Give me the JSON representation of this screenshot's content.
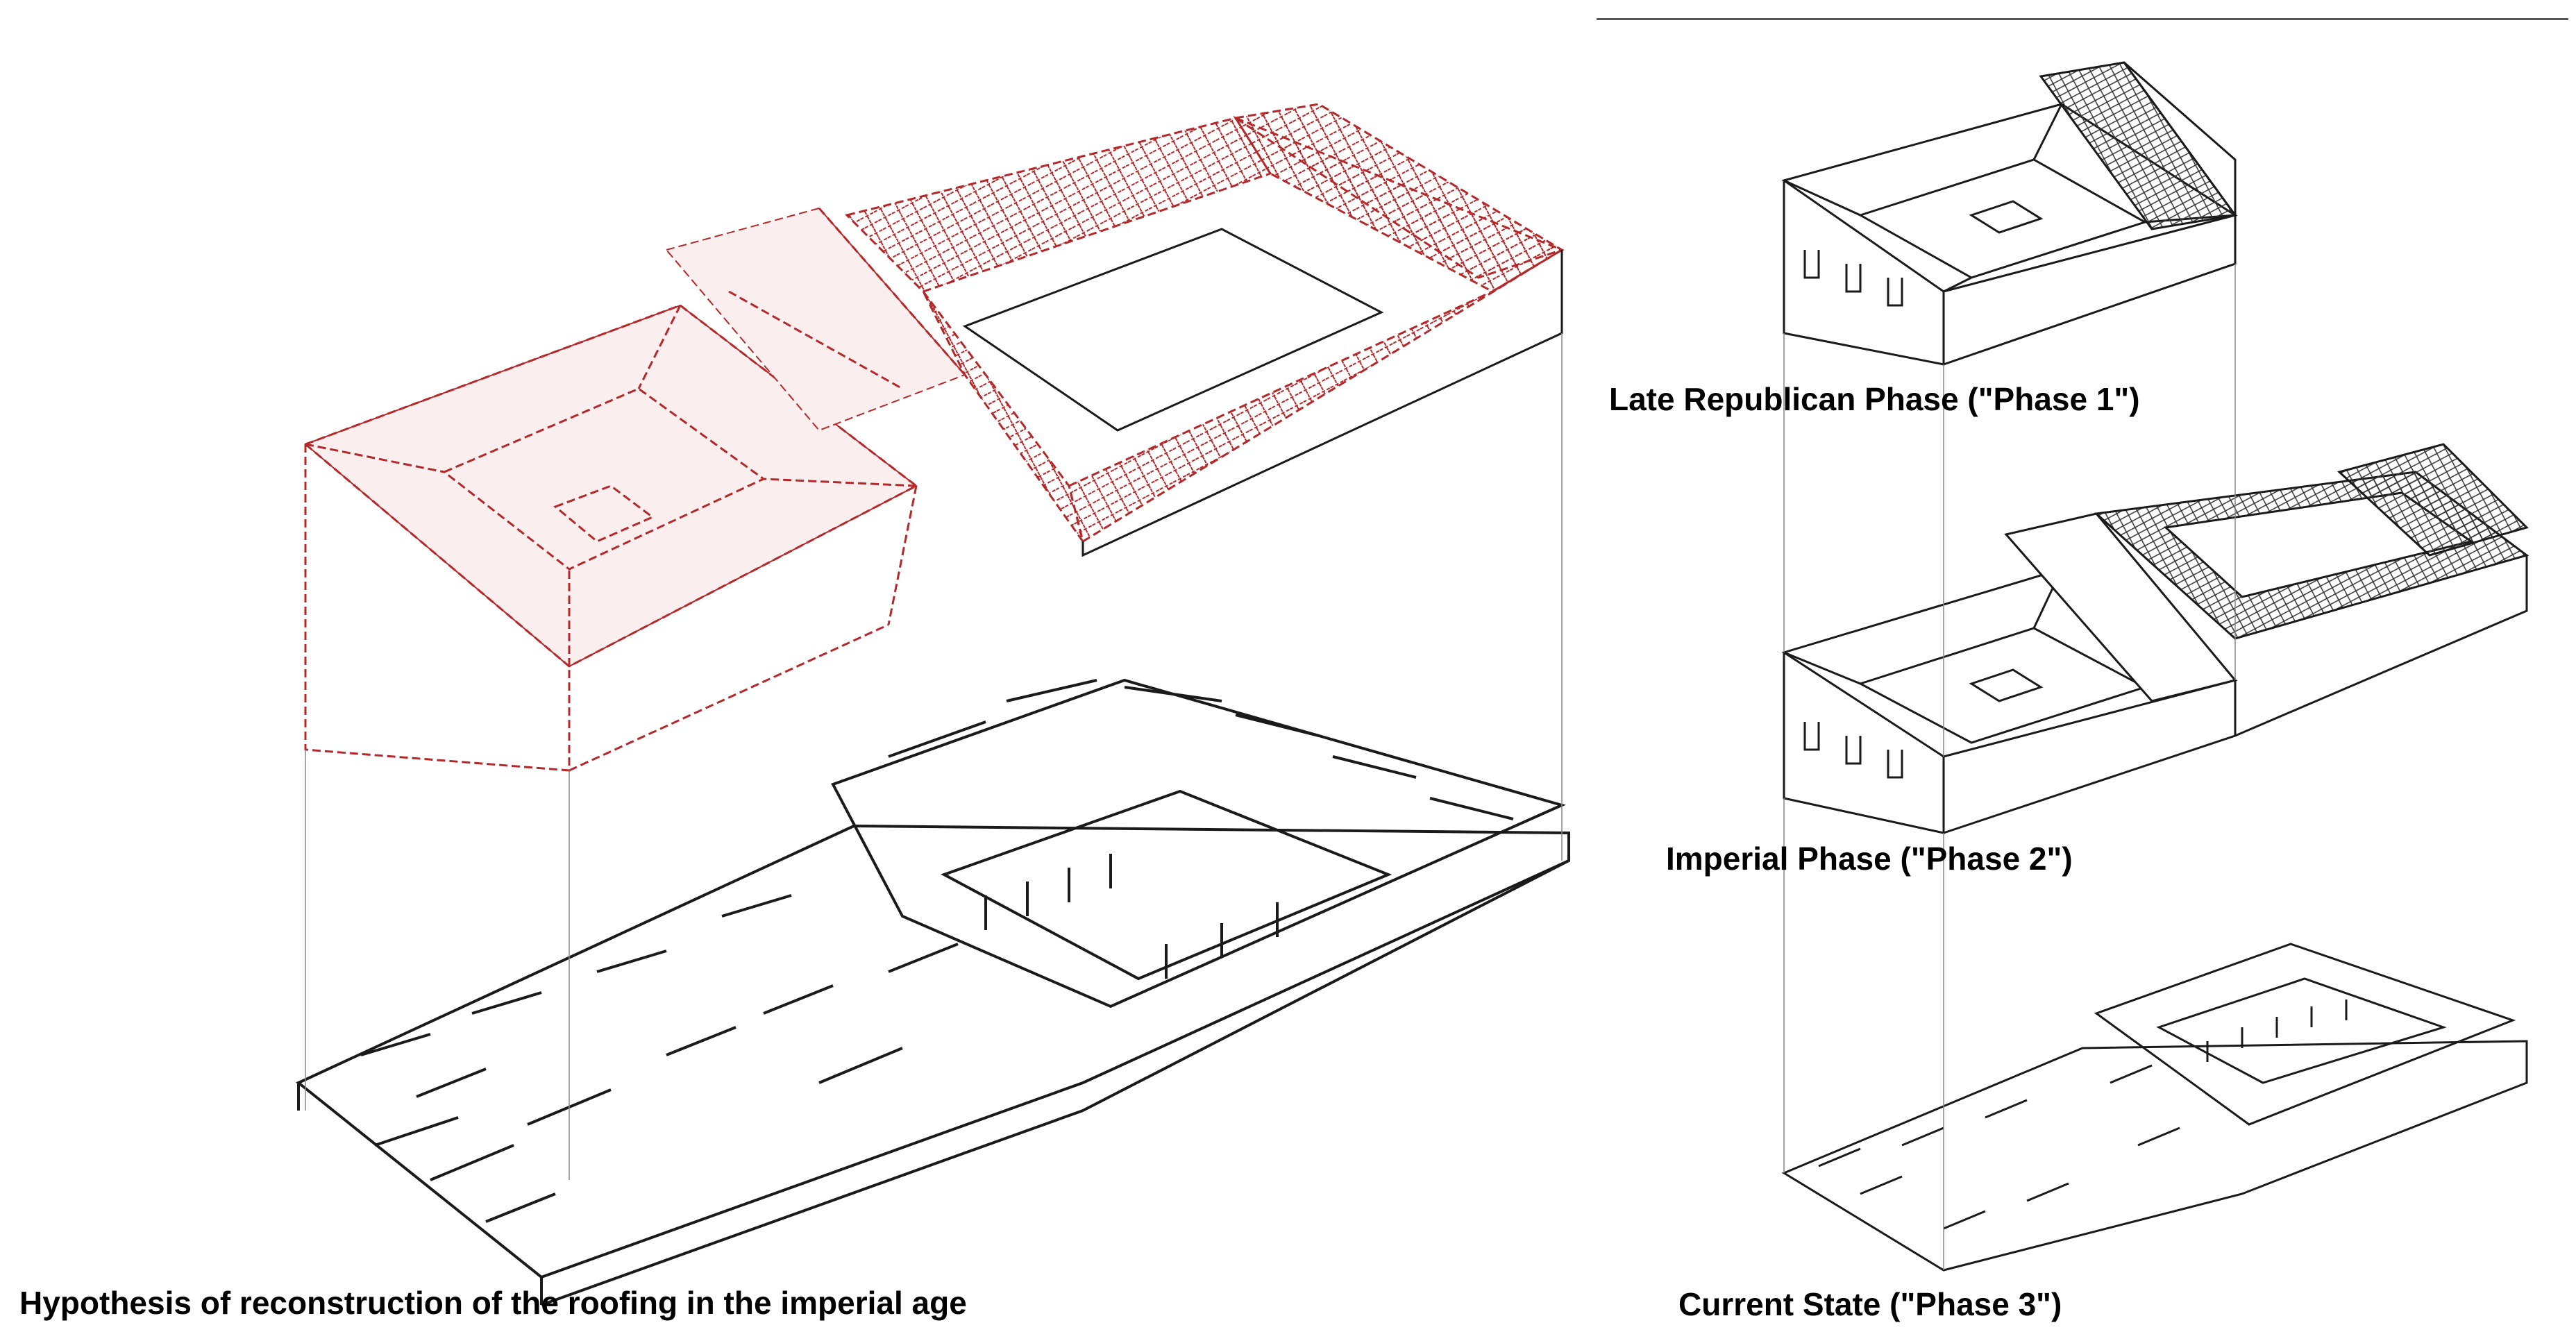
{
  "captions": {
    "main": "Hypothesis of reconstruction of the roofing in the imperial age",
    "phase1": "Late Republican Phase (\"Phase 1\")",
    "phase2": "Imperial Phase (\"Phase 2\")",
    "phase3": "Current State (\"Phase 3\")"
  },
  "colors": {
    "roof_hypothesis": "#b5282a",
    "line": "#1a1a1a",
    "background": "#ffffff"
  }
}
